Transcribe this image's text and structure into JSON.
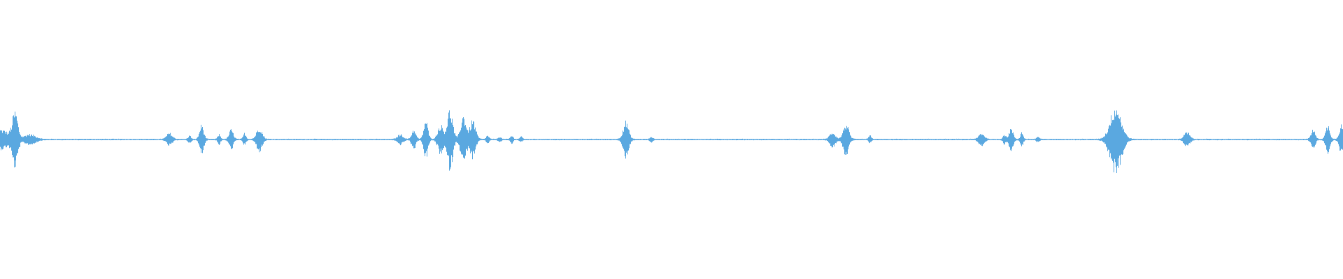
{
  "waveform": {
    "color": "#5aa8e0",
    "baseline_color": "#5aa8e0",
    "background": "#ffffff",
    "amplitude_range": [
      -1,
      1
    ],
    "time_range": [
      0,
      1
    ],
    "bursts": [
      {
        "t": 0.0,
        "amp": 0.08,
        "spread": 0.006
      },
      {
        "t": 0.011,
        "amp": 0.22,
        "spread": 0.002
      },
      {
        "t": 0.022,
        "amp": 0.04,
        "spread": 0.004
      },
      {
        "t": 0.126,
        "amp": 0.05,
        "spread": 0.002
      },
      {
        "t": 0.141,
        "amp": 0.03,
        "spread": 0.001
      },
      {
        "t": 0.15,
        "amp": 0.12,
        "spread": 0.0015
      },
      {
        "t": 0.163,
        "amp": 0.04,
        "spread": 0.001
      },
      {
        "t": 0.172,
        "amp": 0.08,
        "spread": 0.0015
      },
      {
        "t": 0.182,
        "amp": 0.05,
        "spread": 0.001
      },
      {
        "t": 0.193,
        "amp": 0.1,
        "spread": 0.002
      },
      {
        "t": 0.298,
        "amp": 0.04,
        "spread": 0.002
      },
      {
        "t": 0.308,
        "amp": 0.08,
        "spread": 0.0015
      },
      {
        "t": 0.317,
        "amp": 0.16,
        "spread": 0.0015
      },
      {
        "t": 0.328,
        "amp": 0.12,
        "spread": 0.002
      },
      {
        "t": 0.335,
        "amp": 0.25,
        "spread": 0.002
      },
      {
        "t": 0.345,
        "amp": 0.2,
        "spread": 0.002
      },
      {
        "t": 0.352,
        "amp": 0.16,
        "spread": 0.002
      },
      {
        "t": 0.363,
        "amp": 0.03,
        "spread": 0.001
      },
      {
        "t": 0.372,
        "amp": 0.02,
        "spread": 0.001
      },
      {
        "t": 0.381,
        "amp": 0.03,
        "spread": 0.001
      },
      {
        "t": 0.388,
        "amp": 0.02,
        "spread": 0.001
      },
      {
        "t": 0.466,
        "amp": 0.15,
        "spread": 0.002
      },
      {
        "t": 0.485,
        "amp": 0.02,
        "spread": 0.001
      },
      {
        "t": 0.62,
        "amp": 0.06,
        "spread": 0.002
      },
      {
        "t": 0.63,
        "amp": 0.13,
        "spread": 0.002
      },
      {
        "t": 0.648,
        "amp": 0.03,
        "spread": 0.001
      },
      {
        "t": 0.731,
        "amp": 0.05,
        "spread": 0.002
      },
      {
        "t": 0.748,
        "amp": 0.04,
        "spread": 0.001
      },
      {
        "t": 0.753,
        "amp": 0.09,
        "spread": 0.0015
      },
      {
        "t": 0.761,
        "amp": 0.06,
        "spread": 0.001
      },
      {
        "t": 0.773,
        "amp": 0.02,
        "spread": 0.001
      },
      {
        "t": 0.831,
        "amp": 0.28,
        "spread": 0.004
      },
      {
        "t": 0.884,
        "amp": 0.06,
        "spread": 0.002
      },
      {
        "t": 0.978,
        "amp": 0.08,
        "spread": 0.0015
      },
      {
        "t": 0.989,
        "amp": 0.12,
        "spread": 0.0015
      },
      {
        "t": 0.999,
        "amp": 0.12,
        "spread": 0.0015
      }
    ]
  }
}
